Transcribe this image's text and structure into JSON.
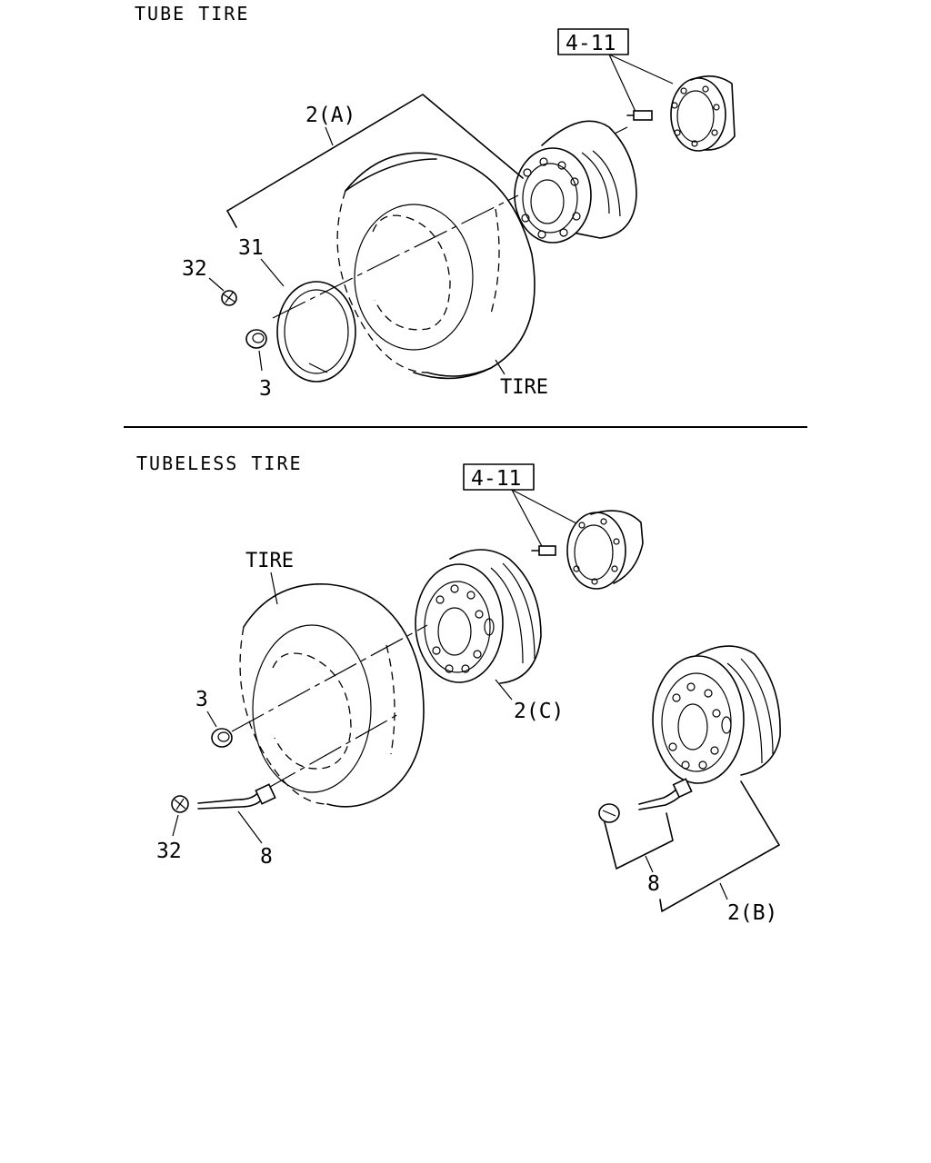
{
  "sections": {
    "tube": {
      "title": "TUBE TIRE"
    },
    "tubeless": {
      "title": "TUBELESS TIRE"
    }
  },
  "tube_labels": {
    "ref": "4-11",
    "wheel": "2(A)",
    "flap": "31",
    "cap": "32",
    "nut": "3",
    "tire": "TIRE"
  },
  "tubeless_labels": {
    "ref": "4-11",
    "tire": "TIRE",
    "nut": "3",
    "cap": "32",
    "valve": "8",
    "wheel_c": "2(C)",
    "wheel_b": "2(B)",
    "valve_b": "8"
  }
}
